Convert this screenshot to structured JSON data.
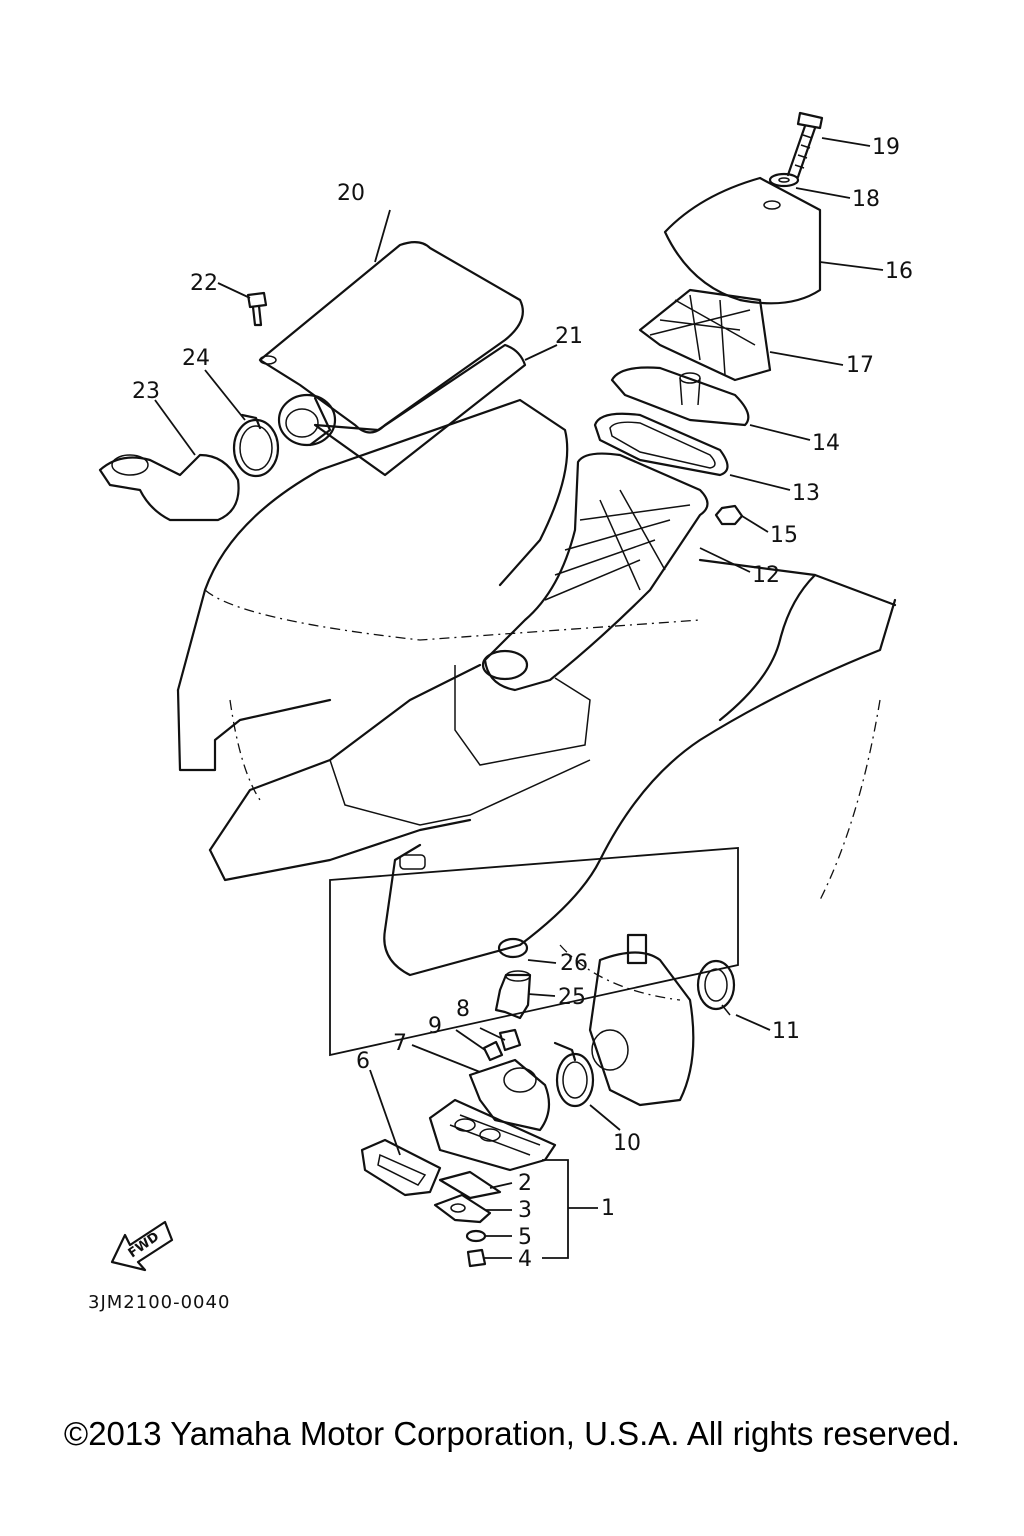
{
  "diagram": {
    "drawing_code": "3JM2100-0040",
    "fwd_label": "FWD",
    "callouts": {
      "c1": "1",
      "c2": "2",
      "c3": "3",
      "c4": "4",
      "c5": "5",
      "c6": "6",
      "c7": "7",
      "c8": "8",
      "c9": "9",
      "c10": "10",
      "c11": "11",
      "c12": "12",
      "c13": "13",
      "c14": "14",
      "c15": "15",
      "c16": "16",
      "c17": "17",
      "c18": "18",
      "c19": "19",
      "c20": "20",
      "c21": "21",
      "c22": "22",
      "c23": "23",
      "c24": "24",
      "c25": "25",
      "c26": "26"
    }
  },
  "footer": {
    "copyright": "©2013 Yamaha Motor Corporation, U.S.A. All rights reserved."
  }
}
